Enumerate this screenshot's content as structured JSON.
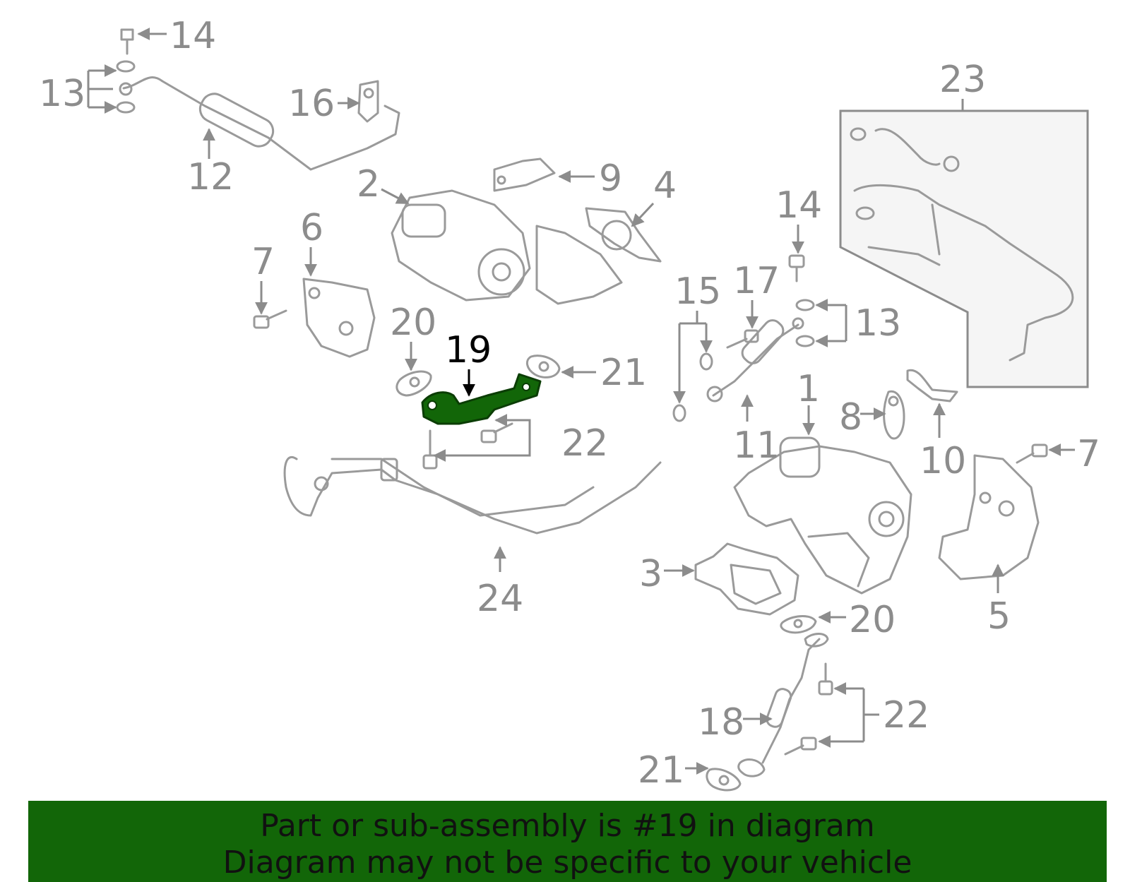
{
  "colors": {
    "part_gray": "#9a9a9a",
    "label_gray": "#8c8c8c",
    "highlight_green": "#126608",
    "highlight_label": "#000000",
    "banner_bg": "#126608"
  },
  "callouts": {
    "c1": "1",
    "c2": "2",
    "c3": "3",
    "c4": "4",
    "c5": "5",
    "c6": "6",
    "c7a": "7",
    "c7b": "7",
    "c8": "8",
    "c9": "9",
    "c10": "10",
    "c11": "11",
    "c12": "12",
    "c13a": "13",
    "c13b": "13",
    "c14a": "14",
    "c14b": "14",
    "c15": "15",
    "c16": "16",
    "c17": "17",
    "c18": "18",
    "c19": "19",
    "c20a": "20",
    "c20b": "20",
    "c21a": "21",
    "c21b": "21",
    "c22a": "22",
    "c22b": "22",
    "c23": "23",
    "c24": "24"
  },
  "highlighted_part": "19",
  "banner": {
    "line1": "Part or sub-assembly is #19 in diagram",
    "line2": "Diagram may not be specific to your vehicle"
  }
}
